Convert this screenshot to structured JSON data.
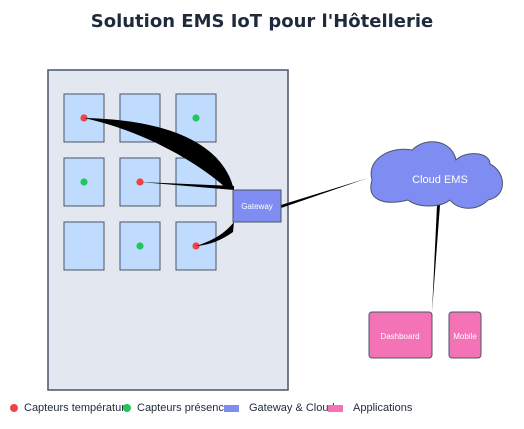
{
  "title": "Solution EMS IoT pour l'Hôtellerie",
  "colors": {
    "building_fill": "#e3e8f0",
    "building_stroke": "#4a5568",
    "room_fill": "#bfdbfe",
    "room_stroke": "#4a5568",
    "temperature": "#ef4444",
    "presence": "#22c55e",
    "gateway": "#7f8df2",
    "cloud": "#7f8df2",
    "application": "#f472b6"
  },
  "rooms": [
    {
      "row": 1,
      "col": 1,
      "sensor": "temperature"
    },
    {
      "row": 1,
      "col": 2,
      "sensor": "none"
    },
    {
      "row": 1,
      "col": 3,
      "sensor": "presence"
    },
    {
      "row": 2,
      "col": 1,
      "sensor": "presence"
    },
    {
      "row": 2,
      "col": 2,
      "sensor": "temperature"
    },
    {
      "row": 2,
      "col": 3,
      "sensor": "none"
    },
    {
      "row": 3,
      "col": 1,
      "sensor": "none"
    },
    {
      "row": 3,
      "col": 2,
      "sensor": "presence"
    },
    {
      "row": 3,
      "col": 3,
      "sensor": "temperature"
    }
  ],
  "nodes": {
    "gateway": "Gateway",
    "cloud": "Cloud EMS",
    "dashboard": "Dashboard",
    "mobile": "Mobile"
  },
  "legend": {
    "temperature": "Capteurs température",
    "presence": "Capteurs présence",
    "gateway_cloud": "Gateway & Cloud",
    "applications": "Applications"
  }
}
